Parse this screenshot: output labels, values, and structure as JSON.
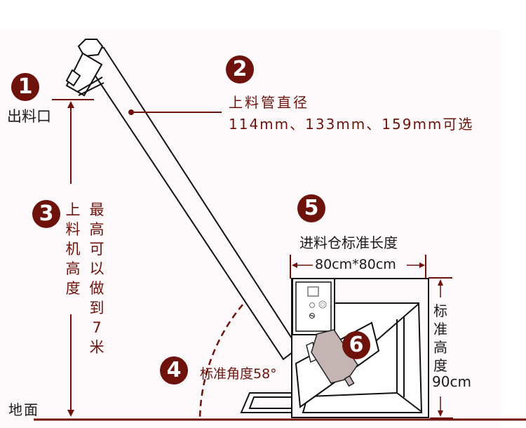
{
  "colors": {
    "accent": "#6e130c",
    "text_dark": "#1a1a1a",
    "background": "#fdf9fa",
    "hopper_gray": "#c4b4b3"
  },
  "callouts": {
    "c1": {
      "number": "1",
      "label": "出料口"
    },
    "c2": {
      "number": "2",
      "title": "上料管直径",
      "detail": "114mm、133mm、159mm可选"
    },
    "c3": {
      "number": "3",
      "label": "上料机高度",
      "detail": "最高可以做到7米"
    },
    "c4": {
      "number": "4",
      "label": "标准角度58°"
    },
    "c5": {
      "number": "5",
      "title": "进料仓标准长度",
      "dimension": "80cm*80cm"
    },
    "c6": {
      "number": "6"
    }
  },
  "height_label": {
    "title": "标准高度",
    "value": "90cm"
  },
  "ground_label": "地面"
}
